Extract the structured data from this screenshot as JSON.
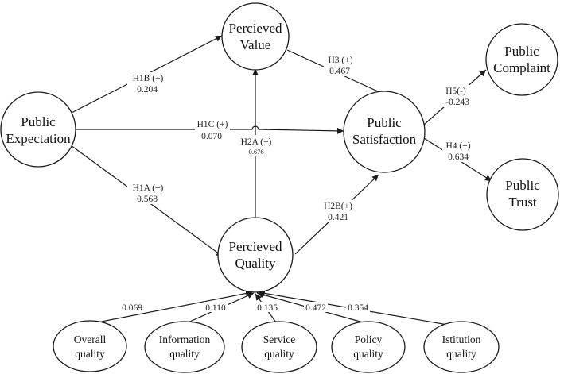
{
  "nodes": {
    "public_expectation": [
      "Public",
      "Expectation"
    ],
    "percieved_value": [
      "Percieved",
      "Value"
    ],
    "percieved_quality": [
      "Percieved",
      "Quality"
    ],
    "public_satisfaction": [
      "Public",
      "Satisfaction"
    ],
    "public_complaint": [
      "Public",
      "Complaint"
    ],
    "public_trust": [
      "Public",
      "Trust"
    ],
    "overall_quality": [
      "Overall",
      "quality"
    ],
    "information_quality": [
      "Information",
      "quality"
    ],
    "service_quality": [
      "Service",
      "quality"
    ],
    "policy_quality": [
      "Policy",
      "quality"
    ],
    "istitution_quality": [
      "Istitution",
      "quality"
    ]
  },
  "edges": {
    "h1b": {
      "hypothesis": "H1B (+)",
      "coefficient": "0.204"
    },
    "h1c": {
      "hypothesis": "H1C (+)",
      "coefficient": "0.070"
    },
    "h1a": {
      "hypothesis": "H1A (+)",
      "coefficient": "0.568"
    },
    "h2a": {
      "hypothesis": "H2A (+)",
      "coefficient": "0.676"
    },
    "h2b": {
      "hypothesis": "H2B(+)",
      "coefficient": "0.421"
    },
    "h3": {
      "hypothesis": "H3 (+)",
      "coefficient": "0.467"
    },
    "h4": {
      "hypothesis": "H4 (+)",
      "coefficient": "0.634"
    },
    "h5": {
      "hypothesis": "H5(-)",
      "coefficient": "-0.243"
    },
    "overall": {
      "coefficient": "0.069"
    },
    "information": {
      "coefficient": "0.110"
    },
    "service": {
      "coefficient": "0.135"
    },
    "policy": {
      "coefficient": "0.472"
    },
    "istitution": {
      "coefficient": "0.354"
    }
  }
}
